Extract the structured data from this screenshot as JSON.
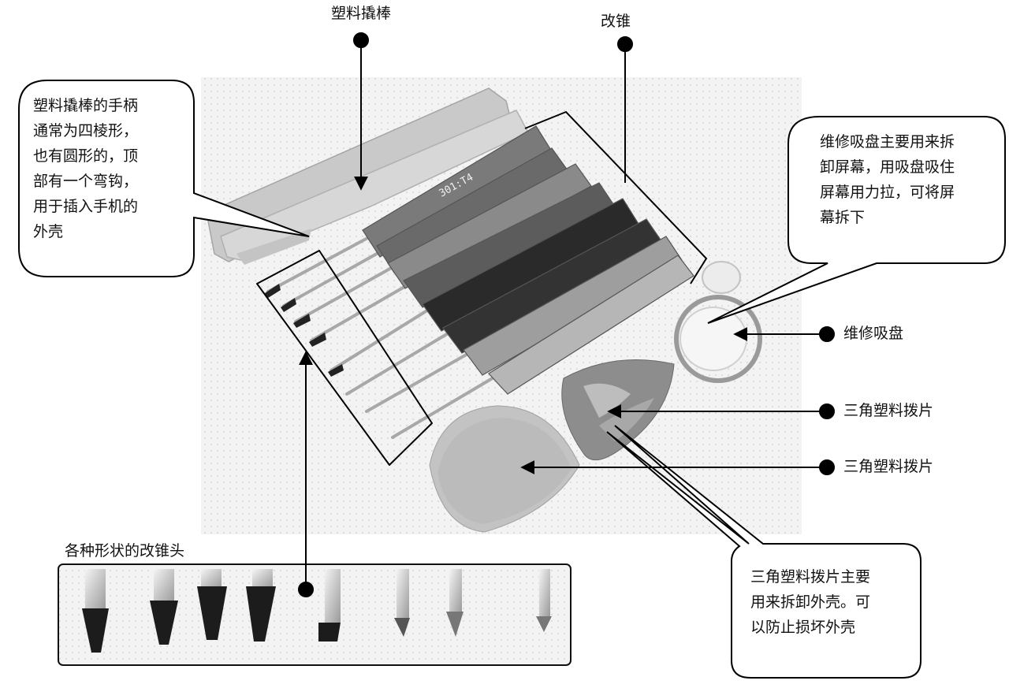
{
  "labels": {
    "plastic_pry_bar": "塑料撬棒",
    "screwdriver": "改锥",
    "suction_cup": "维修吸盘",
    "guitar_pick_1": "三角塑料拨片",
    "guitar_pick_2": "三角塑料拨片",
    "bit_shapes": "各种形状的改锥头"
  },
  "callouts": {
    "pry_bar_note": [
      "塑料撬棒的手柄",
      "通常为四棱形，",
      "也有圆形的，顶",
      "部有一个弯钩，",
      "用于插入手机的",
      "外壳"
    ],
    "suction_note": [
      "维修吸盘主要用来拆",
      "卸屏幕，用吸盘吸住",
      "屏幕用力拉，可将屏",
      "幕拆下"
    ],
    "pick_note": [
      "三角塑料拨片主要",
      "用来拆卸外壳。可",
      "以防止损坏外壳"
    ]
  },
  "photo": {
    "driver_engraving": "301:T4",
    "colors": {
      "background": "#f2f2f2",
      "handle_dark": "#2a2a2a",
      "handle_mid": "#6e6e6e",
      "handle_light": "#bdbdbd"
    }
  }
}
